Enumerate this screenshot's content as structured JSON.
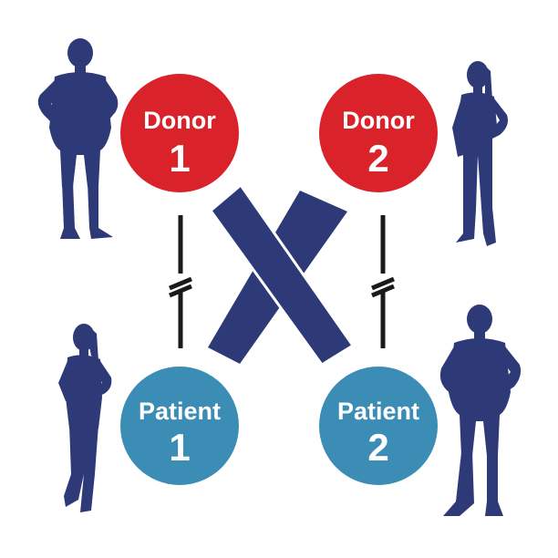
{
  "nodes": {
    "donor_1": {
      "word": "Donor",
      "number": "1",
      "color": "#d9222a"
    },
    "donor_2": {
      "word": "Donor",
      "number": "2",
      "color": "#d9222a"
    },
    "patient_1": {
      "word": "Patient",
      "number": "1",
      "color": "#3b8db5"
    },
    "patient_2": {
      "word": "Patient",
      "number": "2",
      "color": "#3b8db5"
    }
  },
  "colors": {
    "cross": "#2e3a78",
    "silhouette": "#2e3a78",
    "link": "#1a1a1a",
    "background": "#ffffff"
  },
  "icons": {
    "donor_1": "standing-man-silhouette-icon",
    "donor_2": "standing-woman-silhouette-icon",
    "patient_1": "standing-woman-silhouette-icon",
    "patient_2": "standing-man-silhouette-icon",
    "links": "broken-link-icon"
  }
}
